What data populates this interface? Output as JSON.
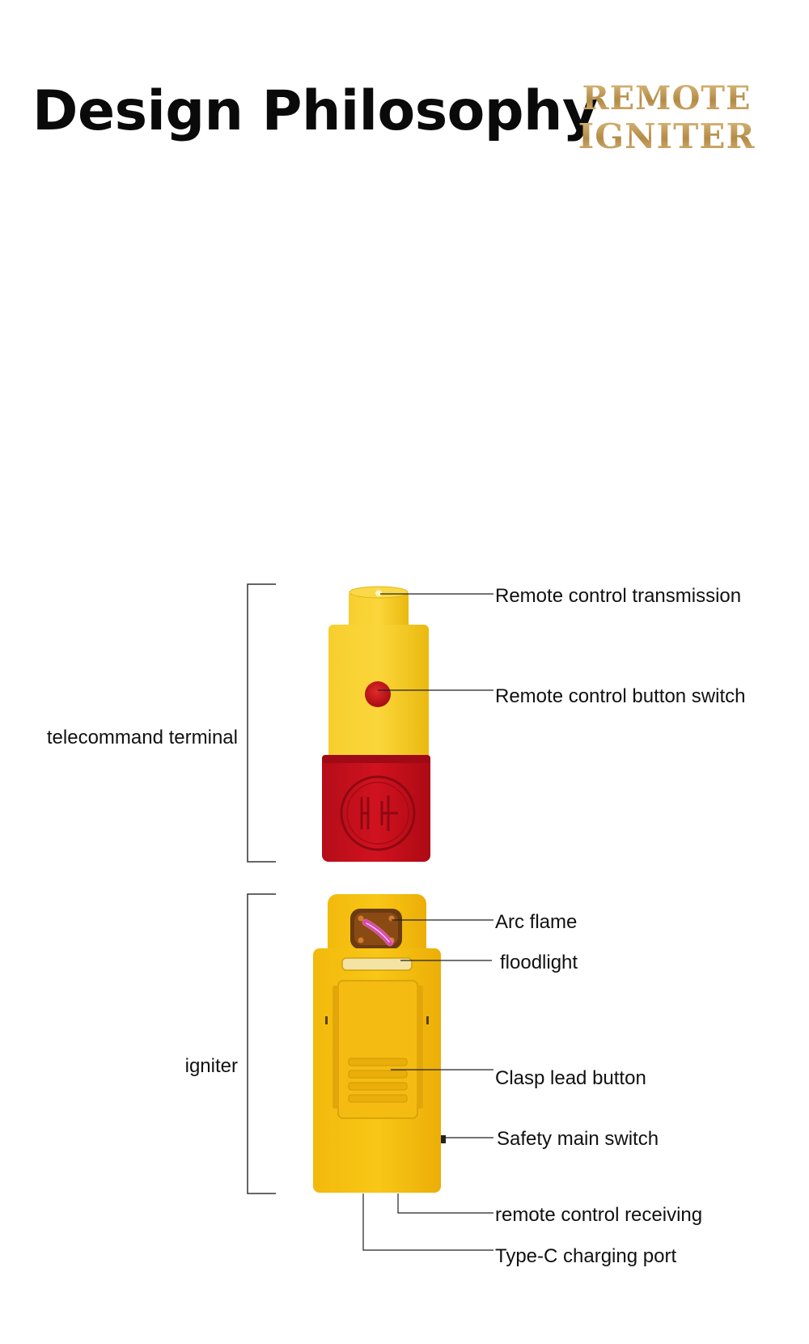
{
  "header": {
    "title": "Design Philosophy",
    "brand_line1": "REMOTE",
    "brand_line2": "IGNITER"
  },
  "groups": {
    "telecommand": "telecommand terminal",
    "igniter": "igniter"
  },
  "callouts": {
    "remote_transmission": "Remote control transmission",
    "remote_button": "Remote control button switch",
    "arc_flame": "Arc flame",
    "floodlight": "floodlight",
    "clasp_button": "Clasp lead button",
    "safety_switch": "Safety main switch",
    "remote_receiving": "remote control receiving",
    "typec_port": "Type-C charging port"
  },
  "colors": {
    "device_yellow": "#f5c518",
    "cap_red": "#c8101e",
    "arc_purple": "#e040c0",
    "brand_gold": "#c29a55"
  }
}
